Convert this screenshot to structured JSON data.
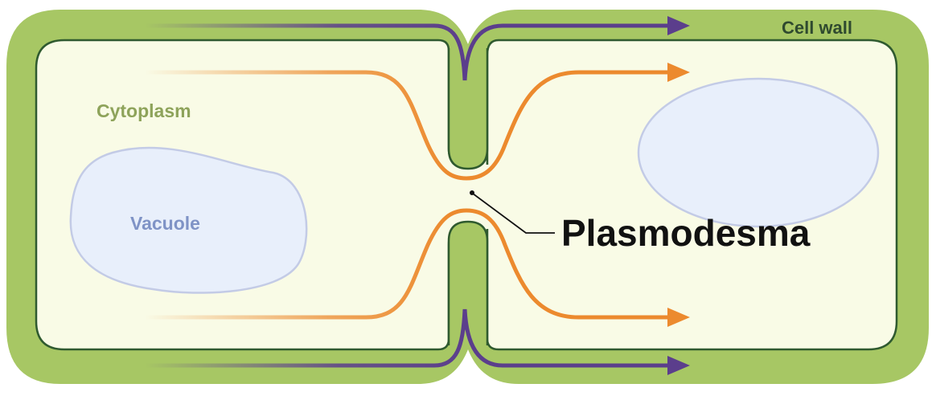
{
  "labels": {
    "cell_wall": "Cell wall",
    "cytoplasm": "Cytoplasm",
    "vacuole": "Vacuole",
    "plasmodesma": "Plasmodesma"
  },
  "colors": {
    "cell_wall": "#a7c764",
    "cell_wall_outline": "#2f5a2f",
    "cytoplasm": "#f9fbe6",
    "vacuole_fill": "#e8effb",
    "vacuole_stroke": "#c3cbe6",
    "cytoplasm_label": "#8ea35a",
    "vacuole_label": "#7f93c6",
    "cell_wall_label": "#2f4a2f",
    "symplast_arrow": "#ec8a2e",
    "apoplast_arrow": "#5b3e8c",
    "plasmodesma_label": "#111111"
  }
}
